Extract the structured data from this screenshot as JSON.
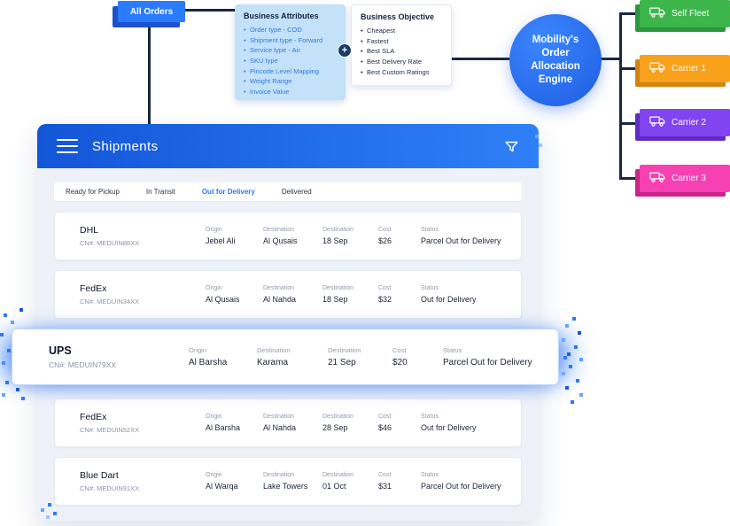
{
  "colors": {
    "accent_blue": "#2b7bff",
    "header_gradient_start": "#1356d8",
    "header_gradient_end": "#2f80f7",
    "active_tab": "#2979ff",
    "connector": "#1b2740"
  },
  "flow": {
    "all_orders_label": "All Orders",
    "business_attributes": {
      "title": "Business Attributes",
      "items": [
        "Order type - COD",
        "Shipment type - Forward",
        "Service type - Air",
        "SKU type",
        "Pincode Level Mapping",
        "Weight Range",
        "Invoice Value"
      ]
    },
    "plus_label": "+",
    "business_objective": {
      "title": "Business Objective",
      "items": [
        "Cheapest",
        "Fastest",
        "Best SLA",
        "Best Delivery Rate",
        "Best Custom Ratings"
      ]
    },
    "engine_label": "Mobility's Order Allocation Engine",
    "carriers": [
      {
        "label": "Self Fleet",
        "color": "#3cb54a"
      },
      {
        "label": "Carrier 1",
        "color": "#f9a11b"
      },
      {
        "label": "Carrier 2",
        "color": "#8243f0"
      },
      {
        "label": "Carrier 3",
        "color": "#f740b2"
      }
    ]
  },
  "shipments": {
    "title": "Shipments",
    "tabs": [
      {
        "label": "Ready for Pickup",
        "active": false
      },
      {
        "label": "In Transit",
        "active": false
      },
      {
        "label": "Out for Delivery",
        "active": true
      },
      {
        "label": "Delivered",
        "active": false
      }
    ],
    "columns": {
      "origin": "Origin",
      "destination": "Destination",
      "destination2": "Destination",
      "cost": "Cost",
      "status": "Status"
    },
    "rows": [
      {
        "carrier": "DHL",
        "cn": "CN#: MEDUIN88XX",
        "origin": "Jebel Ali",
        "destination": "Al Qusais",
        "destination2": "18 Sep",
        "cost": "$26",
        "status": "Parcel Out for Delivery"
      },
      {
        "carrier": "FedEx",
        "cn": "CN#: MEDUIN34XX",
        "origin": "Al Qusais",
        "destination": "Al Nahda",
        "destination2": "18 Sep",
        "cost": "$32",
        "status": "Out for Delivery"
      },
      {
        "carrier": "UPS",
        "cn": "CN#: MEDUIN79XX",
        "origin": "Al Barsha",
        "destination": "Karama",
        "destination2": "21 Sep",
        "cost": "$20",
        "status": "Parcel Out for Delivery"
      },
      {
        "carrier": "FedEx",
        "cn": "CN#: MEDUIN52XX",
        "origin": "Al Barsha",
        "destination": "Al Nahda",
        "destination2": "28 Sep",
        "cost": "$46",
        "status": "Out for Delivery"
      },
      {
        "carrier": "Blue Dart",
        "cn": "CN#: MEDUIN91XX",
        "origin": "Al Warqa",
        "destination": "Lake Towers",
        "destination2": "01 Oct",
        "cost": "$31",
        "status": "Parcel Out for Delivery"
      }
    ]
  }
}
